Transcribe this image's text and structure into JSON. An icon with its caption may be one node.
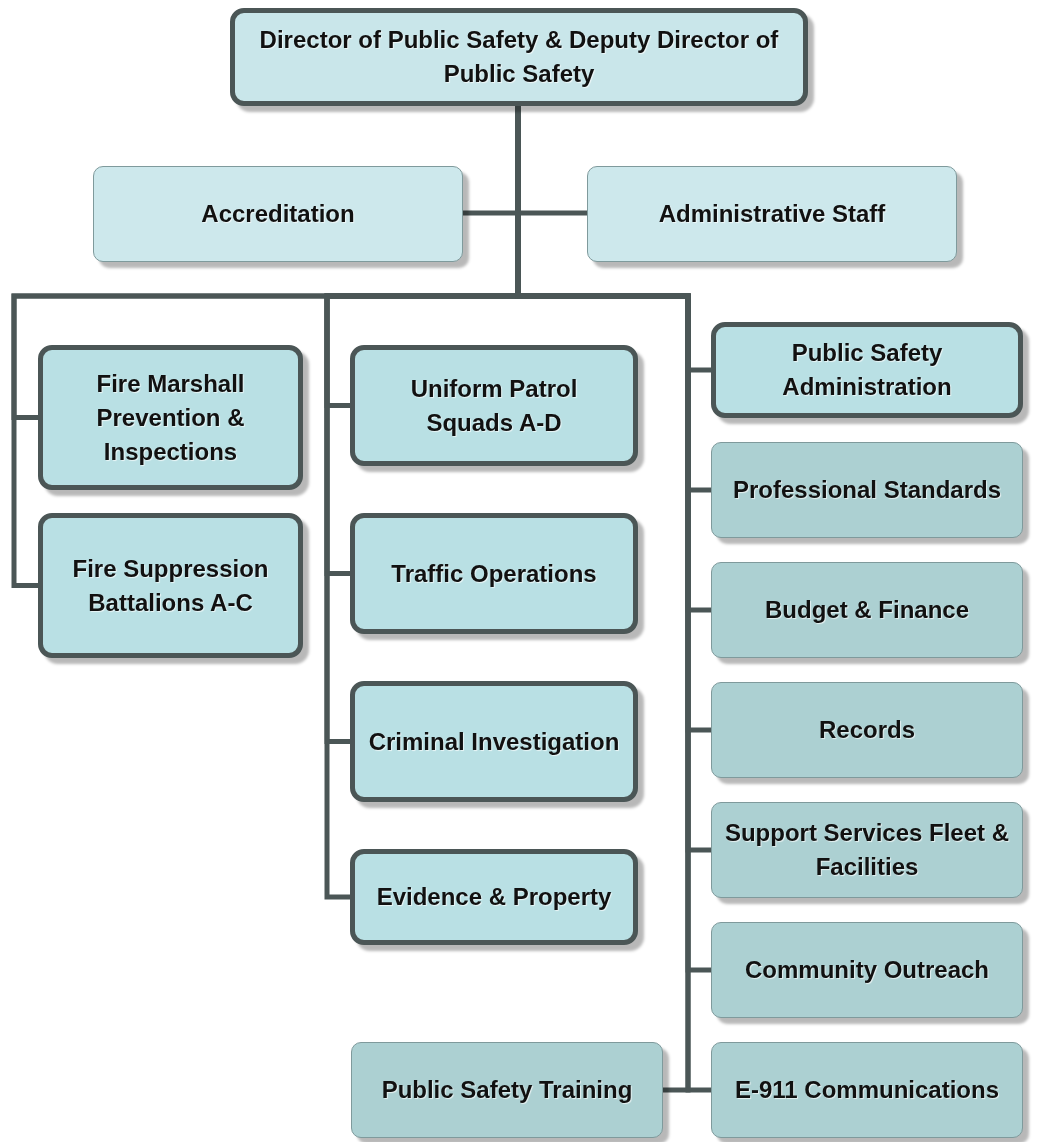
{
  "diagram": {
    "nodes": [
      {
        "text": [
          "Director of Public Safety & Deputy Director of Public Safety"
        ]
      },
      {
        "text": [
          "Accreditation"
        ]
      },
      {
        "text": [
          "Administrative Staff"
        ]
      },
      {
        "text": [
          "Fire Marshall Prevention & Inspections"
        ]
      },
      {
        "text": [
          "Fire Suppression Battalions A-C"
        ]
      },
      {
        "text": [
          "Uniform Patrol Squads A-D"
        ]
      },
      {
        "text": [
          "Traffic Operations"
        ]
      },
      {
        "text": [
          "Criminal Investigation"
        ]
      },
      {
        "text": [
          "Evidence & Property"
        ]
      },
      {
        "text": [
          "Public Safety Administration"
        ]
      },
      {
        "text": [
          "Professional Standards"
        ]
      },
      {
        "text": [
          "Budget & Finance"
        ]
      },
      {
        "text": [
          "Records"
        ]
      },
      {
        "text": [
          "Support Services Fleet & Facilities"
        ]
      },
      {
        "text": [
          "Community Outreach"
        ]
      },
      {
        "text": [
          "E-911 Communications"
        ]
      },
      {
        "text": [
          "Public Safety Training"
        ]
      }
    ],
    "edges": [
      {
        "from": 0,
        "to": 1,
        "arrow": "none"
      },
      {
        "from": 0,
        "to": 2,
        "arrow": "none"
      },
      {
        "from": 0,
        "to": 3,
        "arrow": "none"
      },
      {
        "from": 0,
        "to": 4,
        "arrow": "none"
      },
      {
        "from": 0,
        "to": 5,
        "arrow": "none"
      },
      {
        "from": 0,
        "to": 6,
        "arrow": "none"
      },
      {
        "from": 0,
        "to": 7,
        "arrow": "none"
      },
      {
        "from": 0,
        "to": 8,
        "arrow": "none"
      },
      {
        "from": 0,
        "to": 9,
        "arrow": "none"
      },
      {
        "from": 0,
        "to": 10,
        "arrow": "none"
      },
      {
        "from": 0,
        "to": 11,
        "arrow": "none"
      },
      {
        "from": 0,
        "to": 12,
        "arrow": "none"
      },
      {
        "from": 0,
        "to": 13,
        "arrow": "none"
      },
      {
        "from": 0,
        "to": 14,
        "arrow": "none"
      },
      {
        "from": 0,
        "to": 15,
        "arrow": "none"
      },
      {
        "from": 0,
        "to": 16,
        "arrow": "none"
      }
    ]
  }
}
